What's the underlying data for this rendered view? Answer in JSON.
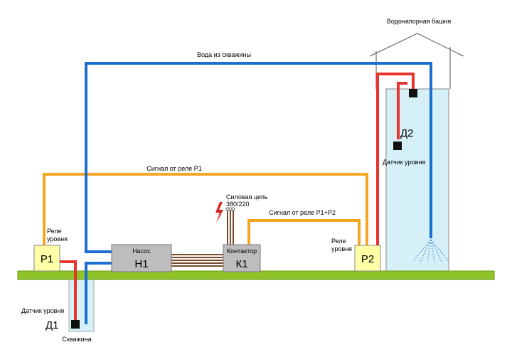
{
  "labels": {
    "water_from_well": "Вода из скважины",
    "water_tower": "Водонапорная башня",
    "signal_p1": "Сигнал от реле Р1",
    "signal_p1p2": "Сигнал от реле Р1+Р2",
    "power_line_1": "Силовая цепь",
    "power_line_2": "380/220",
    "pump_name": "Насос",
    "pump_code": "Н1",
    "contactor_name": "Контактор",
    "contactor_code": "К1",
    "relay_label_1": "Реле",
    "relay_label_2": "уровня",
    "relay_p1_code": "Р1",
    "relay_p2_code": "Р2",
    "sensor_level": "Датчик уровня",
    "sensor_d1_code": "Д1",
    "sensor_d2_code": "Д2",
    "well": "Скважина"
  },
  "colors": {
    "water_pipe": "#1a6fd0",
    "sensor_wire": "#e8342c",
    "signal_wire": "#f5a623",
    "power_cable": "#7a4a2a",
    "ground": "#8fc32a",
    "relay_fill": "#ffffa8",
    "device_fill": "#bdbdbd",
    "water": "#d5f0f7",
    "lightning": "#e02020"
  }
}
